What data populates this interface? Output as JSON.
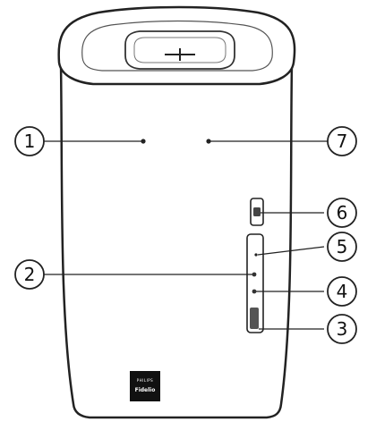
{
  "callouts": [
    {
      "id": "1",
      "label": "1"
    },
    {
      "id": "2",
      "label": "2"
    },
    {
      "id": "3",
      "label": "3"
    },
    {
      "id": "4",
      "label": "4"
    },
    {
      "id": "5",
      "label": "5"
    },
    {
      "id": "6",
      "label": "6"
    },
    {
      "id": "7",
      "label": "7"
    }
  ],
  "logo": {
    "line1": "PHILIPS",
    "line2": "Fidelio"
  }
}
